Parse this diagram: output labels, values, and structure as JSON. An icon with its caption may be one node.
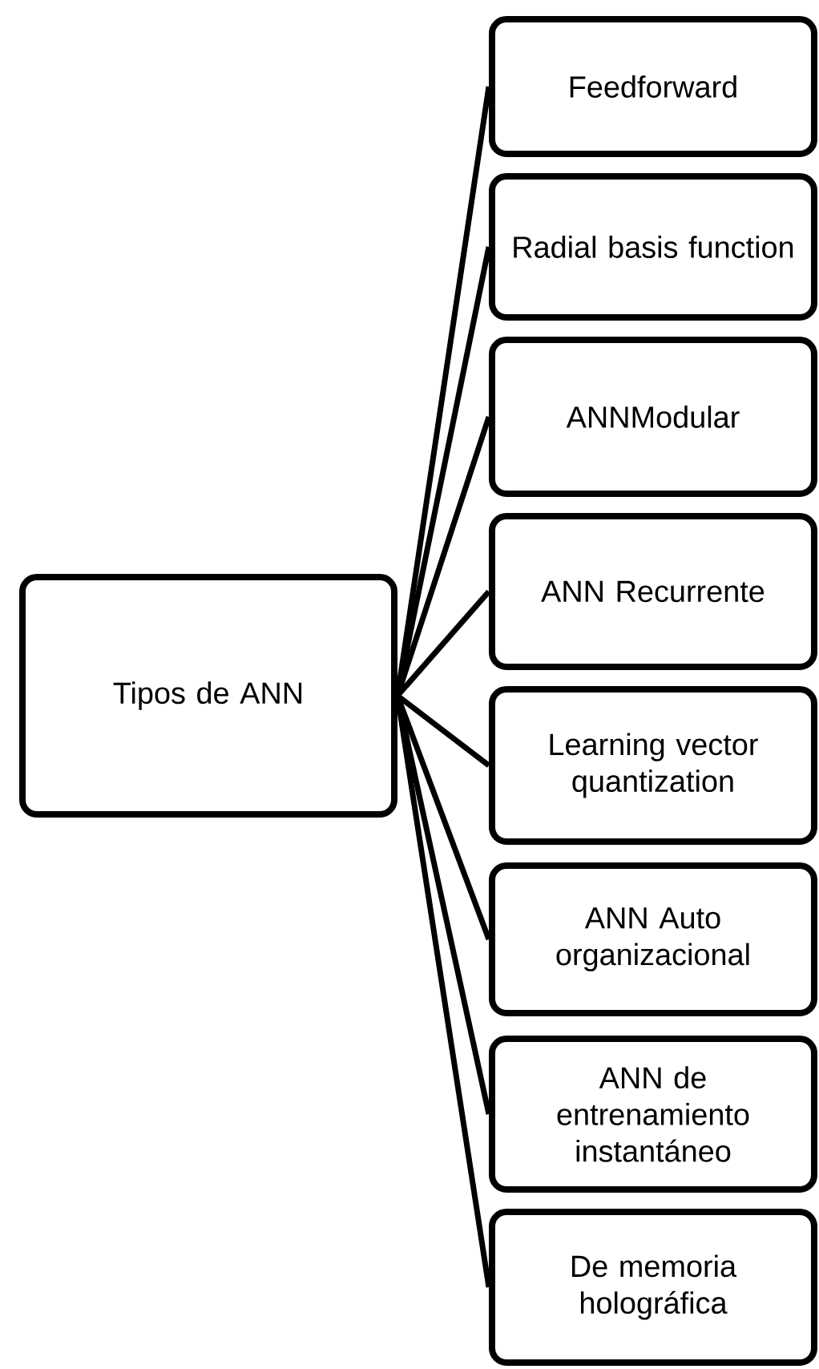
{
  "diagram": {
    "nodes": [
      {
        "text": [
          "Tipos de ANN"
        ]
      },
      {
        "text": [
          "Feedforward"
        ]
      },
      {
        "text": [
          "Radial basis function"
        ]
      },
      {
        "text": [
          "ANNModular"
        ]
      },
      {
        "text": [
          "ANN Recurrente"
        ]
      },
      {
        "text": [
          "Learning vector quantization"
        ]
      },
      {
        "text": [
          "ANN Auto organizacional"
        ]
      },
      {
        "text": [
          "ANN de entrenamiento instantáneo"
        ]
      },
      {
        "text": [
          "De memoria holográfica"
        ]
      }
    ],
    "edges": [
      {
        "from": 0,
        "to": 1,
        "arrow": "none"
      },
      {
        "from": 0,
        "to": 2,
        "arrow": "none"
      },
      {
        "from": 0,
        "to": 3,
        "arrow": "none"
      },
      {
        "from": 0,
        "to": 4,
        "arrow": "none"
      },
      {
        "from": 0,
        "to": 5,
        "arrow": "none"
      },
      {
        "from": 0,
        "to": 6,
        "arrow": "none"
      },
      {
        "from": 0,
        "to": 7,
        "arrow": "none"
      },
      {
        "from": 0,
        "to": 8,
        "arrow": "none"
      }
    ]
  }
}
